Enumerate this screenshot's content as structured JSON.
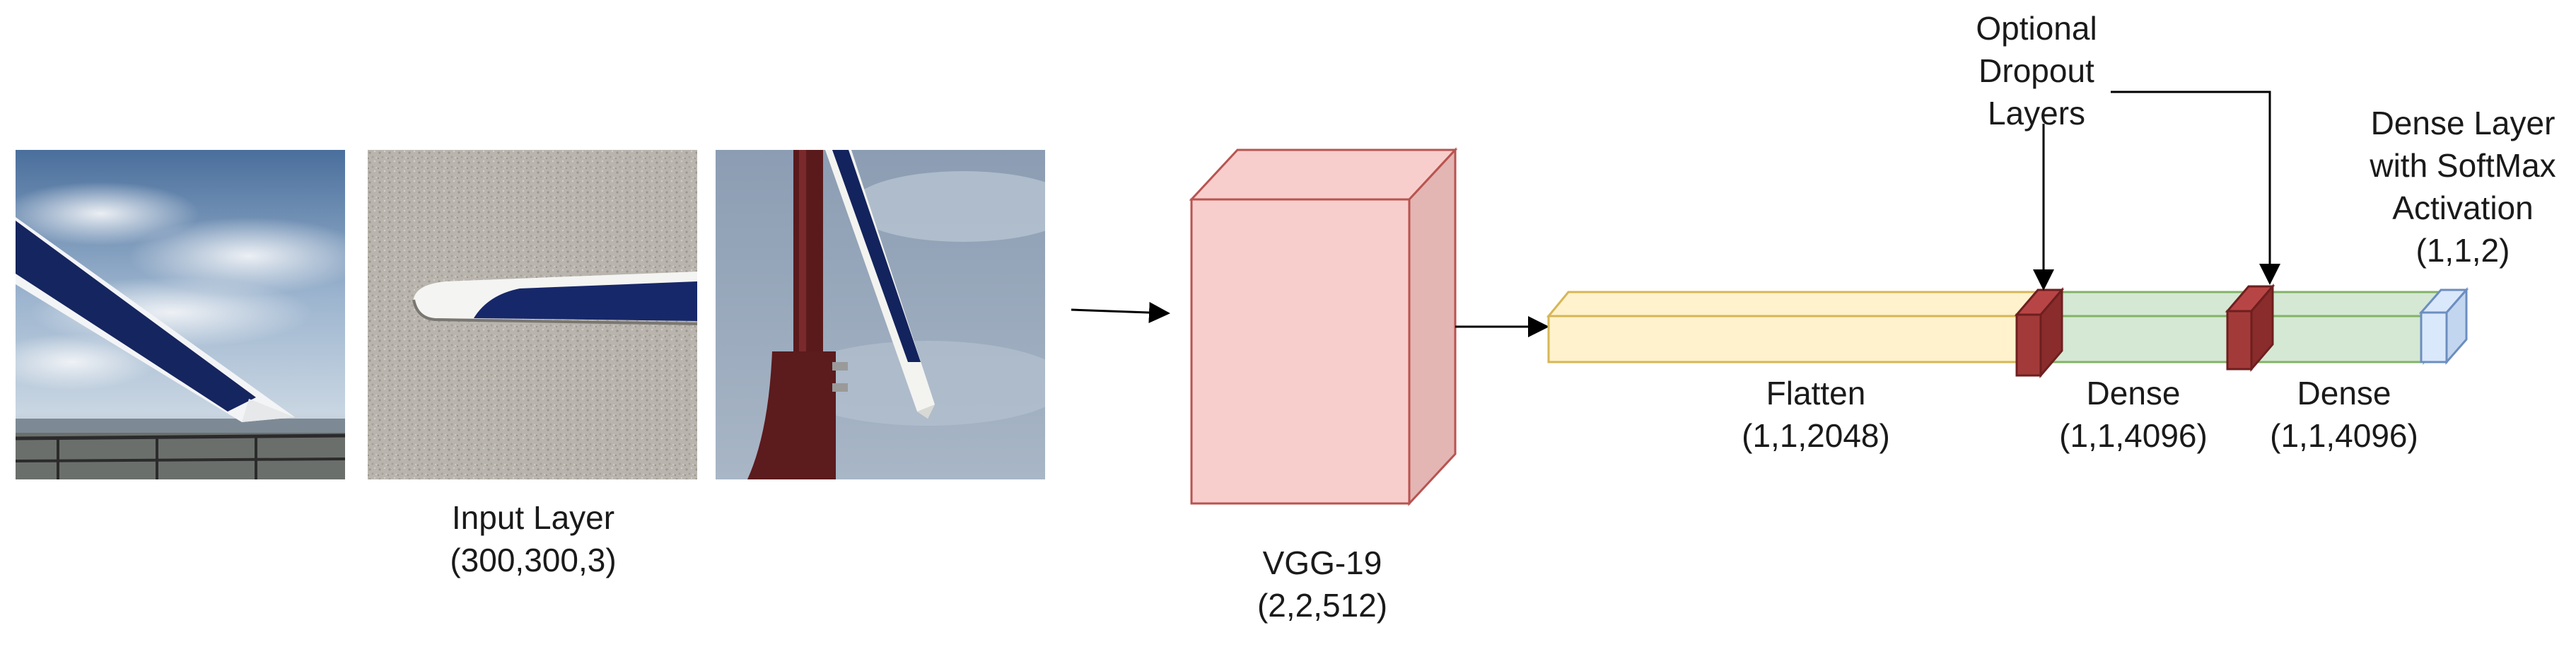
{
  "input_layer": {
    "name": "Input Layer",
    "shape": "(300,300,3)"
  },
  "images": [
    {
      "icon": "rotor-blade-against-sky-photo"
    },
    {
      "icon": "rotor-blade-tip-on-textured-background-photo"
    },
    {
      "icon": "rotor-mast-and-blade-photo"
    }
  ],
  "vgg": {
    "name": "VGG-19",
    "shape": "(2,2,512)"
  },
  "flatten": {
    "name": "Flatten",
    "shape": "(1,1,2048)"
  },
  "dense1": {
    "name": "Dense",
    "shape": "(1,1,4096)"
  },
  "dense2": {
    "name": "Dense",
    "shape": "(1,1,4096)"
  },
  "dropout": {
    "lines": [
      "Optional",
      "Dropout",
      "Layers"
    ]
  },
  "softmax": {
    "lines": [
      "Dense Layer",
      "with SoftMax",
      "Activation",
      "(1,1,2)"
    ]
  },
  "colors": {
    "vgg_fill": "#f8cecc",
    "vgg_stroke": "#b85450",
    "flatten_fill": "#fff2cc",
    "flatten_stroke": "#d6b656",
    "dense_fill": "#d5e8d4",
    "dense_stroke": "#82b366",
    "dropout_fill": "#a33a3a",
    "dropout_stroke": "#6e1f1f",
    "softmax_fill": "#dae8fc",
    "softmax_stroke": "#6c8ebf"
  }
}
